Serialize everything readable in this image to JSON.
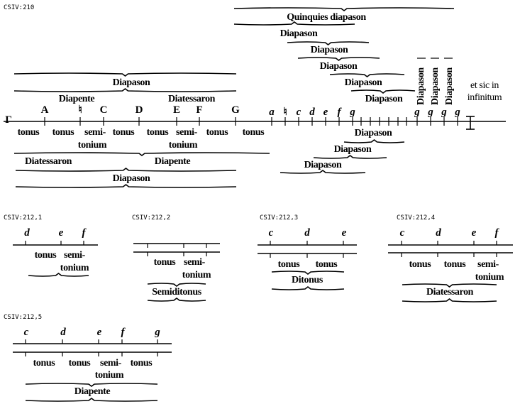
{
  "main": {
    "label": "CSIV:210",
    "top_left": {
      "diapason": "Diapason",
      "diapente": "Diapente",
      "diatessaron": "Diatessaron"
    },
    "notes_upper": [
      "Γ",
      "A",
      "♮",
      "C",
      "D",
      "E",
      "F",
      "G"
    ],
    "notes_lower": [
      "a",
      "♮",
      "c",
      "d",
      "e",
      "f",
      "g"
    ],
    "notes_high": [
      "g",
      "g",
      "g",
      "g"
    ],
    "steps": [
      "tonus",
      "tonus",
      "semi-",
      "tonus",
      "tonus",
      "semi-",
      "tonus",
      "tonus"
    ],
    "steps_second_line": [
      "tonium",
      "tonium"
    ],
    "bottom_left": {
      "diatessaron": "Diatessaron",
      "diapente": "Diapente",
      "diapason": "Diapason"
    },
    "quinquies": "Quinquies diapason",
    "stair_up": [
      "Diapason",
      "Diapason",
      "Diapason",
      "Diapason",
      "Diapason"
    ],
    "vertical": [
      "Diapason",
      "Diapason",
      "Diapason"
    ],
    "infinitum": [
      "et sic in",
      "infinitum"
    ],
    "stair_down": [
      "Diapason",
      "Diapason",
      "Diapason"
    ]
  },
  "ex1": {
    "label": "CSIV:212,1",
    "notes": [
      "d",
      "e",
      "f"
    ],
    "steps": [
      "tonus",
      "semi-",
      "tonium"
    ]
  },
  "ex2": {
    "label": "CSIV:212,2",
    "steps": [
      "tonus",
      "semi-",
      "tonium"
    ],
    "interval": "Semiditonus"
  },
  "ex3": {
    "label": "CSIV:212,3",
    "notes": [
      "c",
      "d",
      "e"
    ],
    "steps": [
      "tonus",
      "tonus"
    ],
    "interval": "Ditonus"
  },
  "ex4": {
    "label": "CSIV:212,4",
    "notes": [
      "c",
      "d",
      "e",
      "f"
    ],
    "steps": [
      "tonus",
      "tonus",
      "semi-",
      "tonium"
    ],
    "interval": "Diatessaron"
  },
  "ex5": {
    "label": "CSIV:212,5",
    "notes": [
      "c",
      "d",
      "e",
      "f",
      "g"
    ],
    "steps": [
      "tonus",
      "tonus",
      "semi-",
      "tonus",
      "tonium"
    ],
    "interval": "Diapente"
  }
}
